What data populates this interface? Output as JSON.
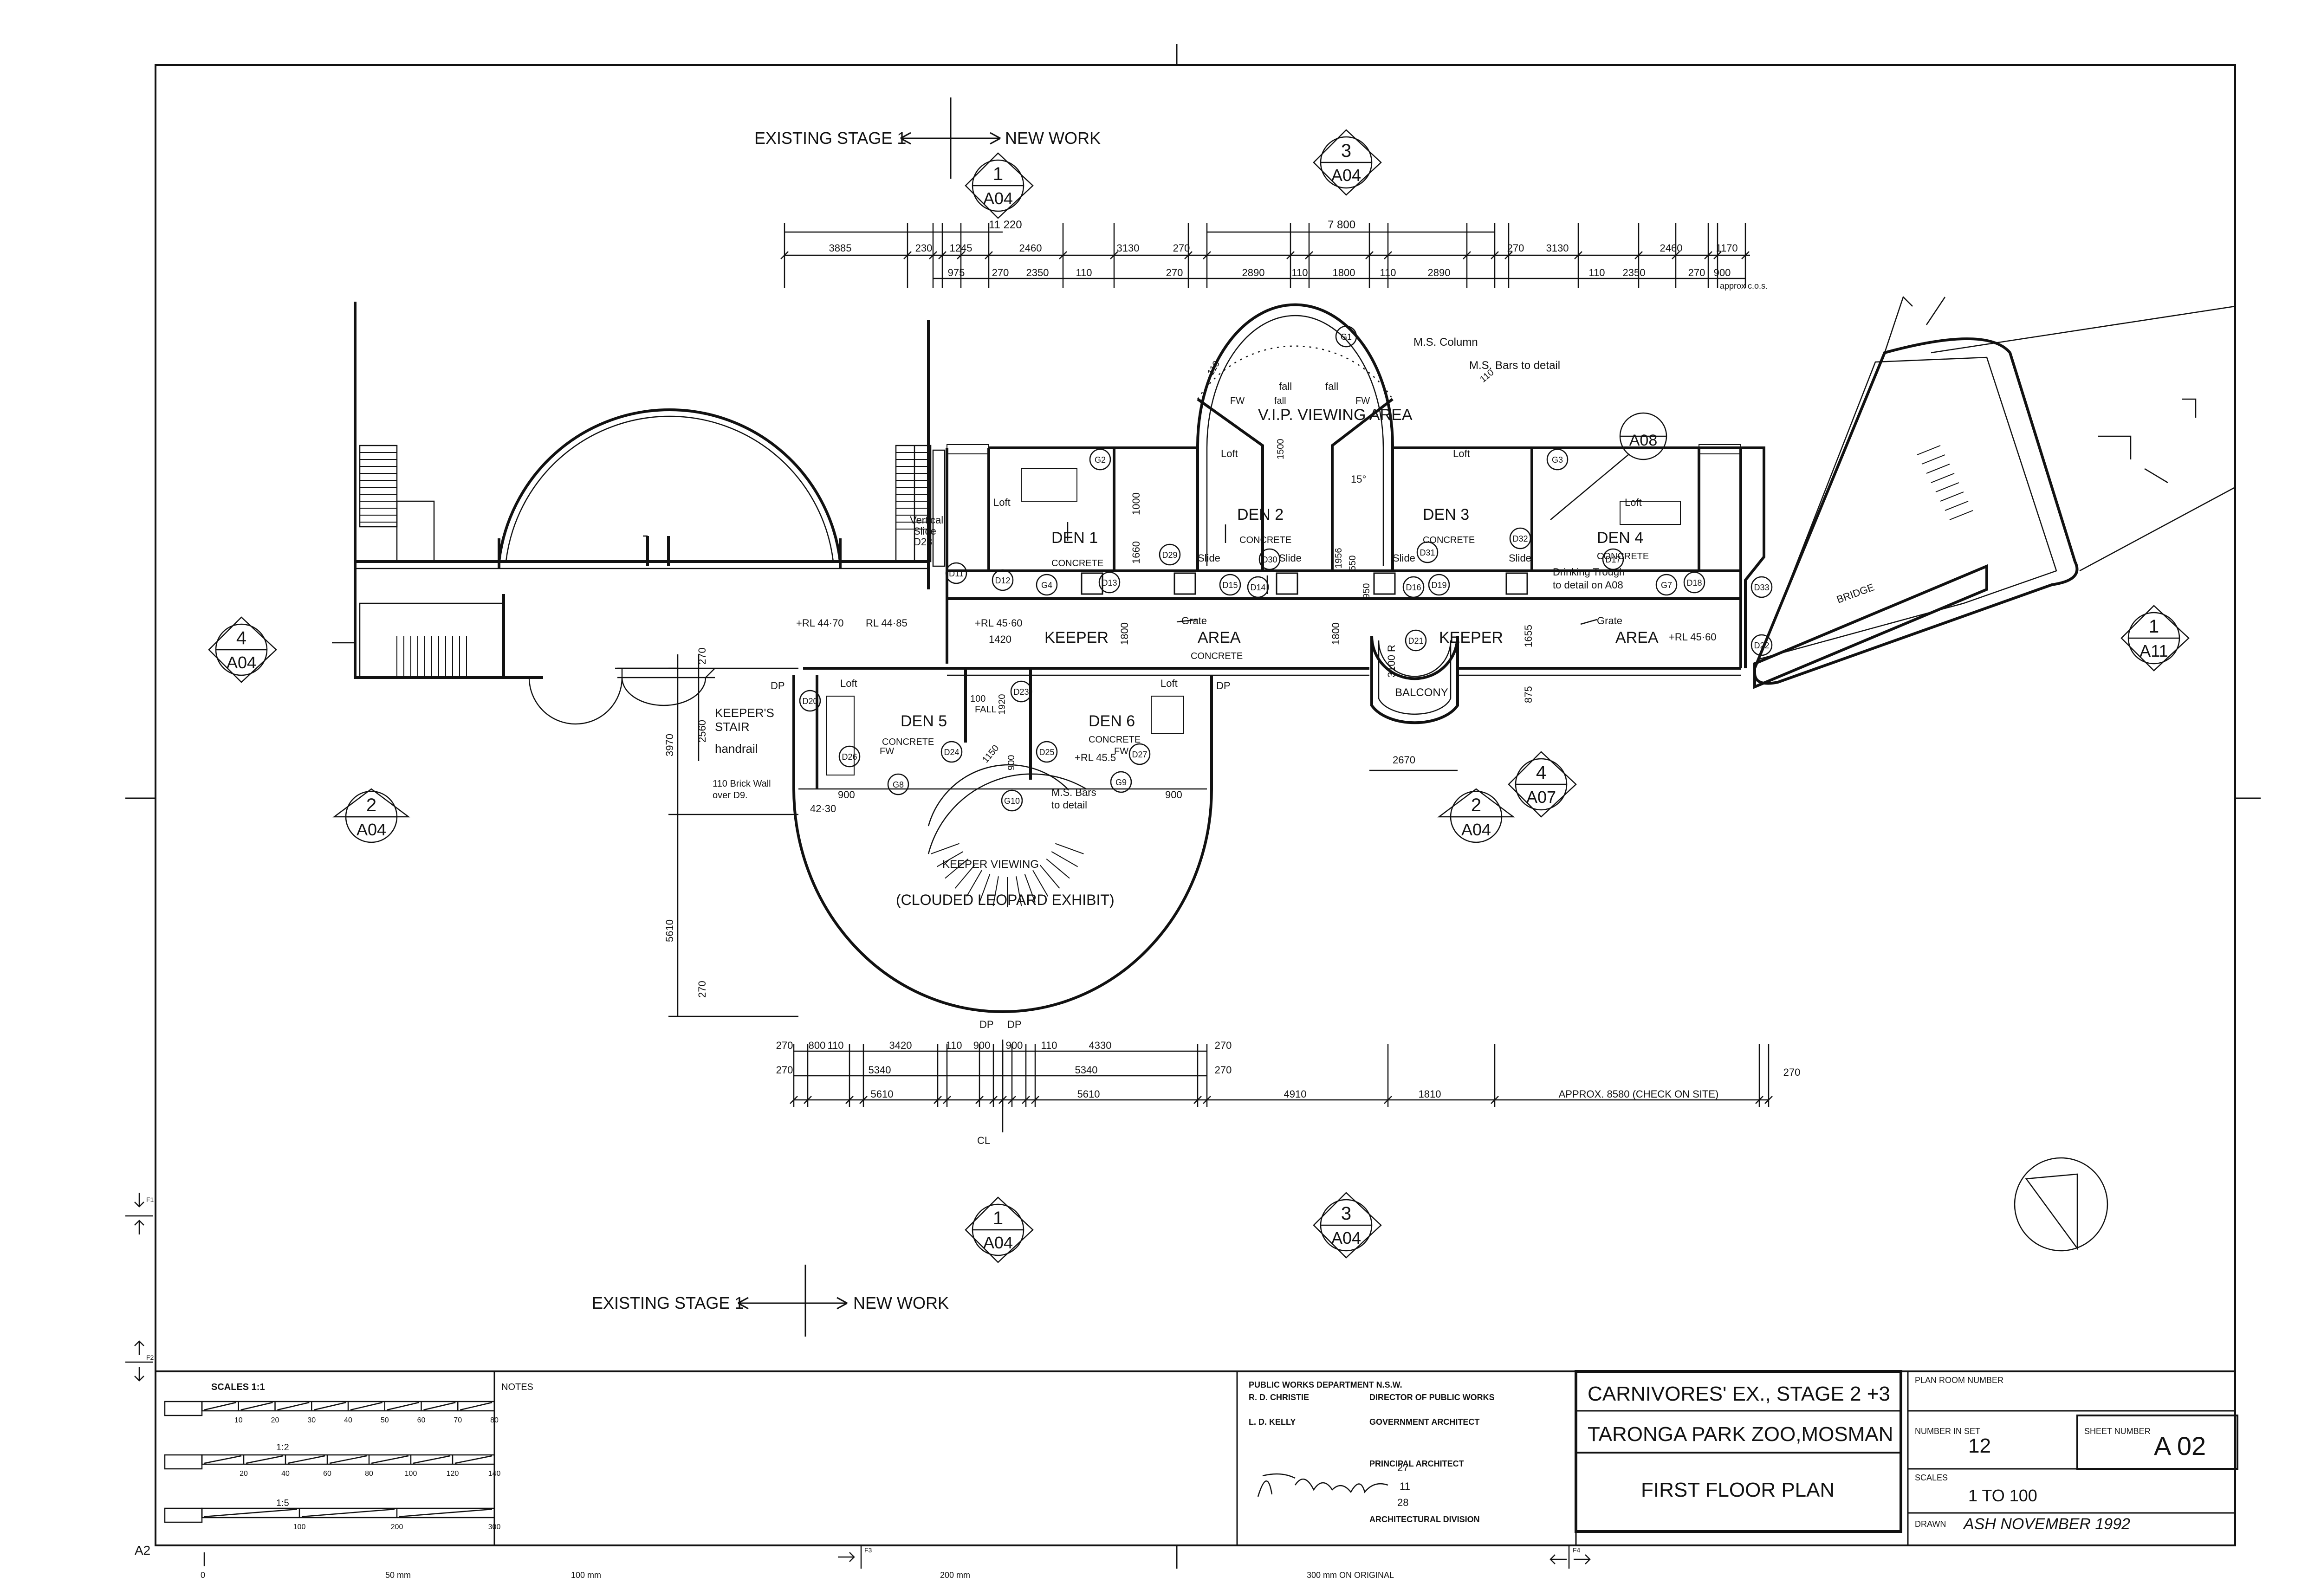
{
  "drawing": {
    "existing_stage_label": "EXISTING STAGE 1",
    "new_work_label": "NEW WORK",
    "section_markers": [
      {
        "num": "1",
        "sheet": "A04"
      },
      {
        "num": "3",
        "sheet": "A04"
      },
      {
        "num": "4",
        "sheet": "A04"
      },
      {
        "num": "2",
        "sheet": "A04"
      },
      {
        "num": "2",
        "sheet": "A04"
      },
      {
        "num": "4",
        "sheet": "A07"
      },
      {
        "num": "1",
        "sheet": "A11"
      },
      {
        "num": "1",
        "sheet": "A04"
      },
      {
        "num": "3",
        "sheet": "A04"
      }
    ],
    "detail_marker": "A08",
    "rooms": {
      "vip": "V.I.P. VIEWING AREA",
      "den1": "DEN 1",
      "den2": "DEN 2",
      "den3": "DEN 3",
      "den4": "DEN 4",
      "den5": "DEN 5",
      "den6": "DEN 6",
      "concrete": "CONCRETE",
      "keeper": "KEEPER",
      "area": "AREA",
      "balcony": "BALCONY",
      "bridge": "BRIDGE",
      "keeper_viewing": "KEEPER VIEWING",
      "exhibit": "(CLOUDED LEOPARD EXHIBIT)",
      "keepers_stair": "KEEPER'S",
      "stair": "STAIR",
      "handrail": "handrail",
      "brick_wall": "110 Brick Wall",
      "over_d9": "over D9.",
      "loft": "Loft",
      "slide": "Slide",
      "fall": "fall",
      "grate": "Grate",
      "dp": "DP",
      "fw": "FW",
      "ms_column": "M.S. Column",
      "ms_bars": "M.S. Bars to detail",
      "ms_bars2": "M.S. Bars",
      "to_detail": "to detail",
      "drinking1": "Drinking Trough",
      "drinking2": "to detail on A08",
      "vertical_slide": "Vertical",
      "vertical_slide2": "Slide",
      "d28": "D28",
      "cl": "CL",
      "rl_4470": "+RL 44·70",
      "rl_4485": "RL 44·85",
      "rl_4560a": "+RL 45·60",
      "rl_4560b": "+RL 45·60",
      "rl_455": "+RL 45.5",
      "rl_4230": "42·30"
    },
    "doors": [
      "G1",
      "G2",
      "G3",
      "G4",
      "G7",
      "G8",
      "G9",
      "G10",
      "D11",
      "D12",
      "D13",
      "D14",
      "D15",
      "D16",
      "D17",
      "D18",
      "D19",
      "D20",
      "D21",
      "D22",
      "D23",
      "D24",
      "D25",
      "D26",
      "D27",
      "D29",
      "D30",
      "D31",
      "D32",
      "D33"
    ],
    "dims_top_overall": "11 220",
    "dims_top_7800": "7 800",
    "dims_top_row1": [
      "3885",
      "230",
      "1245",
      "2460",
      "3130",
      "270",
      "270",
      "3130",
      "2460",
      "1170"
    ],
    "dims_top_row2": [
      "975",
      "270",
      "2350",
      "110",
      "270",
      "2890",
      "110",
      "1800",
      "110",
      "2890",
      "110",
      "2350",
      "270",
      "900"
    ],
    "approx_cos": "approx c.o.s.",
    "dims_bottom_row1": [
      "270",
      "800",
      "110",
      "3420",
      "110",
      "900",
      "900",
      "110",
      "4330",
      "270"
    ],
    "dims_bottom_row2": [
      "270",
      "5340",
      "5340",
      "270"
    ],
    "dims_bottom_row3": [
      "5610",
      "5610",
      "4910",
      "1810",
      "APPROX. 8580 (CHECK ON SITE)",
      "270"
    ],
    "dims_left": [
      "270",
      "2560",
      "3970",
      "5610",
      "270"
    ],
    "dims_misc": [
      "1420",
      "1800",
      "1800",
      "1655",
      "875",
      "2670",
      "900",
      "900",
      "100",
      "FALL",
      "1920",
      "900",
      "1150",
      "1660",
      "1000",
      "3100 R",
      "950",
      "550",
      "1500",
      "1956",
      "15°",
      "110",
      "110"
    ]
  },
  "title_block": {
    "scales_label": "SCALES 1:1",
    "scale_1_1_ticks": [
      "10",
      "20",
      "30",
      "40",
      "50",
      "60",
      "70",
      "80"
    ],
    "scale_1_2_label": "1:2",
    "scale_1_2_ticks": [
      "20",
      "40",
      "60",
      "80",
      "100",
      "120",
      "140"
    ],
    "scale_1_5_label": "1:5",
    "scale_1_5_ticks": [
      "100",
      "200",
      "300"
    ],
    "notes_label": "NOTES",
    "dept": "PUBLIC WORKS DEPARTMENT N.S.W.",
    "director_name": "R. D. CHRISTIE",
    "director_title": "DIRECTOR OF PUBLIC WORKS",
    "architect_name": "L. D. KELLY",
    "architect_title": "GOVERNMENT ARCHITECT",
    "principal_title": "PRINCIPAL ARCHITECT",
    "division": "ARCHITECTURAL DIVISION",
    "signature_date": [
      "27",
      "11",
      "28"
    ],
    "project_line1": "CARNIVORES' EX., STAGE 2 +3",
    "project_line2": "TARONGA PARK ZOO,MOSMAN",
    "drawing_title": "FIRST FLOOR PLAN",
    "plan_room_label": "PLAN ROOM NUMBER",
    "number_in_set_label": "NUMBER IN SET",
    "number_in_set": "12",
    "sheet_number_label": "SHEET NUMBER",
    "sheet_number": "A 02",
    "scales_field_label": "SCALES",
    "scale_value": "1 TO 100",
    "drawn_label": "DRAWN",
    "drawn_value": "ASH NOVEMBER 1992",
    "sheet_size": "A2",
    "ruler_0": "0",
    "ruler_50": "50 mm",
    "ruler_100": "100 mm",
    "ruler_200": "200 mm",
    "ruler_300": "300 mm ON ORIGINAL",
    "f1": "F1",
    "f2": "F2",
    "f3": "F3",
    "f4": "F4"
  }
}
